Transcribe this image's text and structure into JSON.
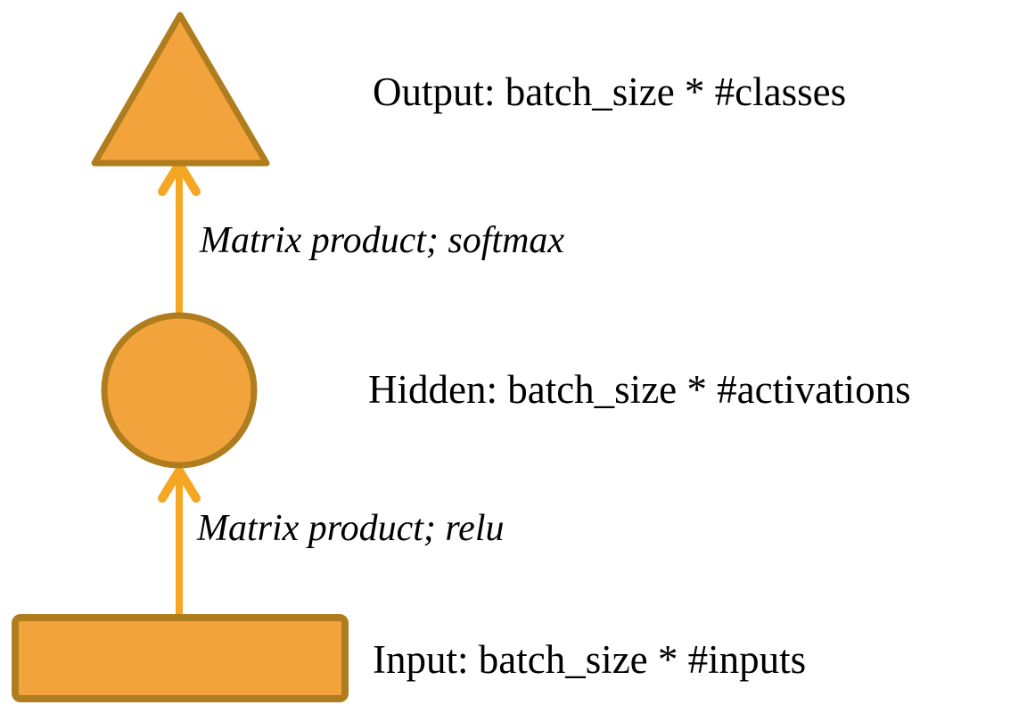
{
  "diagram": {
    "colors": {
      "shape_fill": "#F2A33C",
      "shape_border": "#AF7D1E",
      "arrow": "#F5A623",
      "text": "#000000",
      "background": "#ffffff"
    },
    "nodes": [
      {
        "id": "output",
        "shape": "triangle",
        "label": "Output: batch_size * #classes"
      },
      {
        "id": "hidden",
        "shape": "circle",
        "label": "Hidden: batch_size * #activations"
      },
      {
        "id": "input",
        "shape": "rectangle",
        "label": "Input: batch_size * #inputs"
      }
    ],
    "edges": [
      {
        "from": "hidden",
        "to": "output",
        "label": "Matrix product; softmax"
      },
      {
        "from": "input",
        "to": "hidden",
        "label": "Matrix product; relu"
      }
    ]
  }
}
